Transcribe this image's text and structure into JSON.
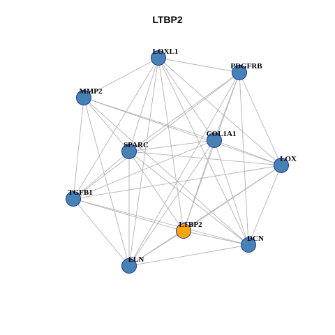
{
  "title": "LTBP2",
  "colors": {
    "node_fill": "#4682B4",
    "node_stroke": "#1C2FA0",
    "highlight_fill": "#FFA500",
    "edge": "#B3B3B3"
  },
  "network": {
    "highlight": "LTBP2",
    "nodes": [
      {
        "id": "LOXL1",
        "label": "LOXL1"
      },
      {
        "id": "PDGFRB",
        "label": "PDGFRB"
      },
      {
        "id": "MMP2",
        "label": "MMP2"
      },
      {
        "id": "COL1A1",
        "label": "COL1A1"
      },
      {
        "id": "SPARC",
        "label": "SPARC"
      },
      {
        "id": "LOX",
        "label": "LOX"
      },
      {
        "id": "TGFB1",
        "label": "TGFB1"
      },
      {
        "id": "LTBP2",
        "label": "LTBP2"
      },
      {
        "id": "DCN",
        "label": "DCN"
      },
      {
        "id": "ELN",
        "label": "ELN"
      }
    ],
    "edges": [
      [
        "LOXL1",
        "PDGFRB"
      ],
      [
        "LOXL1",
        "MMP2"
      ],
      [
        "LOXL1",
        "COL1A1"
      ],
      [
        "LOXL1",
        "SPARC"
      ],
      [
        "LOXL1",
        "LOX"
      ],
      [
        "LOXL1",
        "TGFB1"
      ],
      [
        "LOXL1",
        "LTBP2"
      ],
      [
        "LOXL1",
        "DCN"
      ],
      [
        "LOXL1",
        "ELN"
      ],
      [
        "PDGFRB",
        "COL1A1"
      ],
      [
        "PDGFRB",
        "SPARC"
      ],
      [
        "PDGFRB",
        "LOX"
      ],
      [
        "PDGFRB",
        "TGFB1"
      ],
      [
        "PDGFRB",
        "LTBP2"
      ],
      [
        "PDGFRB",
        "DCN"
      ],
      [
        "PDGFRB",
        "ELN"
      ],
      [
        "MMP2",
        "COL1A1"
      ],
      [
        "MMP2",
        "SPARC"
      ],
      [
        "MMP2",
        "LOX"
      ],
      [
        "MMP2",
        "TGFB1"
      ],
      [
        "MMP2",
        "DCN"
      ],
      [
        "MMP2",
        "ELN"
      ],
      [
        "COL1A1",
        "SPARC"
      ],
      [
        "COL1A1",
        "LOX"
      ],
      [
        "COL1A1",
        "TGFB1"
      ],
      [
        "COL1A1",
        "LTBP2"
      ],
      [
        "COL1A1",
        "DCN"
      ],
      [
        "COL1A1",
        "ELN"
      ],
      [
        "SPARC",
        "LOX"
      ],
      [
        "SPARC",
        "TGFB1"
      ],
      [
        "SPARC",
        "LTBP2"
      ],
      [
        "SPARC",
        "DCN"
      ],
      [
        "SPARC",
        "ELN"
      ],
      [
        "LOX",
        "TGFB1"
      ],
      [
        "LOX",
        "LTBP2"
      ],
      [
        "LOX",
        "DCN"
      ],
      [
        "LOX",
        "ELN"
      ],
      [
        "TGFB1",
        "LTBP2"
      ],
      [
        "TGFB1",
        "DCN"
      ],
      [
        "TGFB1",
        "ELN"
      ],
      [
        "LTBP2",
        "DCN"
      ],
      [
        "LTBP2",
        "ELN"
      ],
      [
        "DCN",
        "ELN"
      ]
    ]
  }
}
